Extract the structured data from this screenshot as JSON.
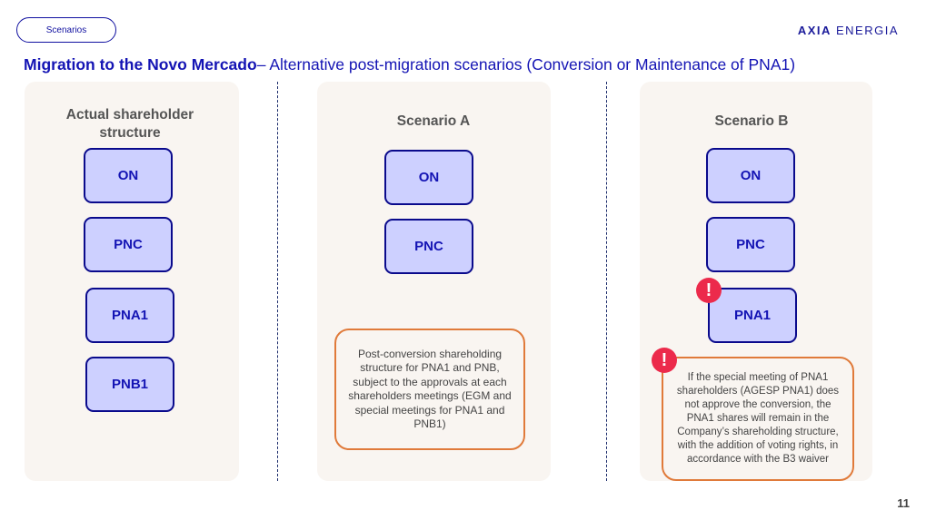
{
  "header": {
    "section_pill": "Scenarios",
    "logo_bold": "AXIA",
    "logo_light": " ENERGIA",
    "title_bold": "Migration to the Novo Mercado",
    "title_rest": "– Alternative post-migration scenarios (Conversion or Maintenance of PNA1)"
  },
  "columns": [
    {
      "heading": "Actual shareholder structure",
      "boxes": [
        "ON",
        "PNC",
        "PNA1",
        "PNB1"
      ]
    },
    {
      "heading": "Scenario A",
      "boxes": [
        "ON",
        "PNC"
      ],
      "note": "Post-conversion shareholding structure for PNA1 and PNB, subject to the approvals at each shareholders meetings (EGM and special meetings for PNA1 and PNB1)"
    },
    {
      "heading": "Scenario B",
      "boxes": [
        "ON",
        "PNC",
        "PNA1"
      ],
      "note": "If the special meeting of PNA1 shareholders (AGESP PNA1) does not approve the conversion, the PNA1 shares will remain in the Company’s shareholding structure, with the addition of voting rights, in accordance with the B3 waiver",
      "alert_icon": "exclamation-icon",
      "alert_symbol": "!"
    }
  ],
  "page_number": "11",
  "colors": {
    "accent": "#1414b4",
    "box_fill": "#cdd0ff",
    "note_border": "#e07a3a",
    "alert": "#ec2a4b",
    "panel": "#f9f5f1"
  }
}
